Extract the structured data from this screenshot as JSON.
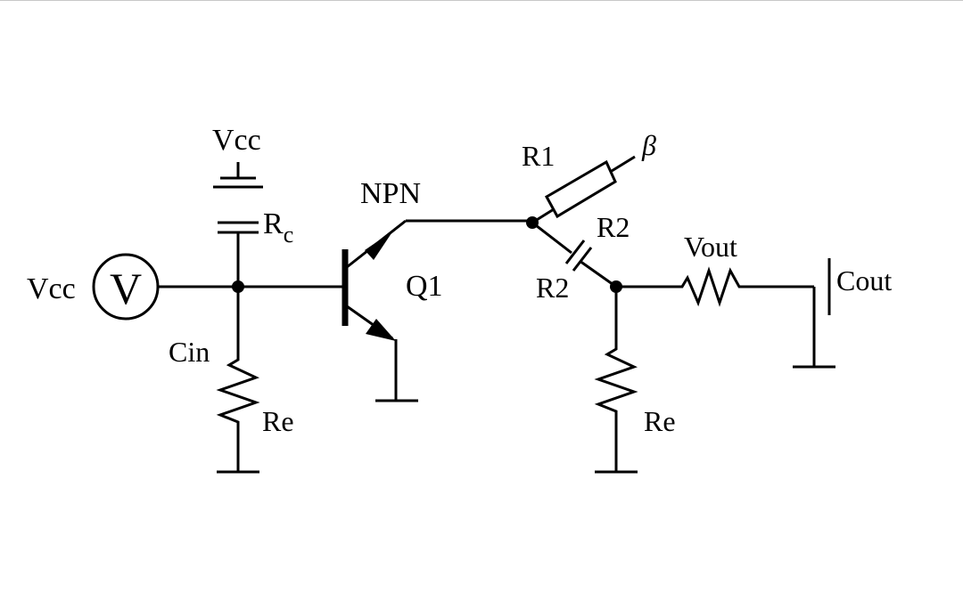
{
  "colors": {
    "stroke": "#000000",
    "background": "#ffffff",
    "frame_line": "#c8c8c8"
  },
  "labels": {
    "vcc_supply": "Vcc",
    "vcc_source": "Vcc",
    "source_symbol": "V",
    "rc_main": "R",
    "rc_sub": "c",
    "cin": "Cin",
    "re_left": "Re",
    "npn": "NPN",
    "q1": "Q1",
    "r1": "R1",
    "beta": "β",
    "r2_upper": "R2",
    "r2_lower": "R2",
    "vout": "Vout",
    "cout": "Cout",
    "re_right": "Re"
  }
}
